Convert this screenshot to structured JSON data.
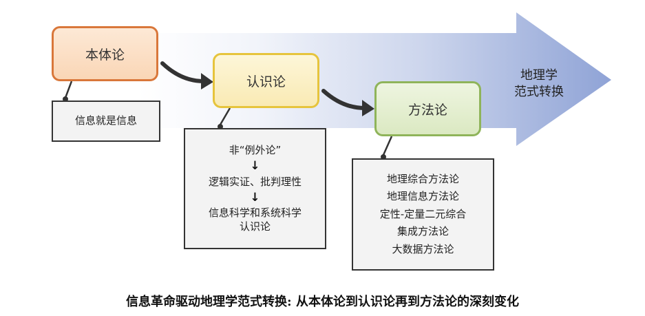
{
  "stages": [
    {
      "label": "本体论",
      "note": [
        "信息就是信息"
      ]
    },
    {
      "label": "认识论",
      "note": [
        "非“例外论”",
        "↓",
        "逻辑实证、批判理性",
        "↓",
        "信息科学和系统科学",
        "认识论"
      ]
    },
    {
      "label": "方法论",
      "note": [
        "地理综合方法论",
        "地理信息方法论",
        "定性-定量二元综合",
        "集成方法论",
        "大数据方法论"
      ]
    }
  ],
  "shift_label": [
    "地理学",
    "范式转换"
  ],
  "caption": "信息革命驱动地理学范式转换: 从本体论到认识论再到方法论的深刻变化",
  "colors": {
    "big_arrow": "#8fa3d6",
    "stage1_border": "#d9773a",
    "stage2_border": "#e6c43c",
    "stage3_border": "#8fb45a",
    "connector": "#333333"
  },
  "icons": [
    "curved-arrow-icon",
    "down-arrow-icon"
  ]
}
